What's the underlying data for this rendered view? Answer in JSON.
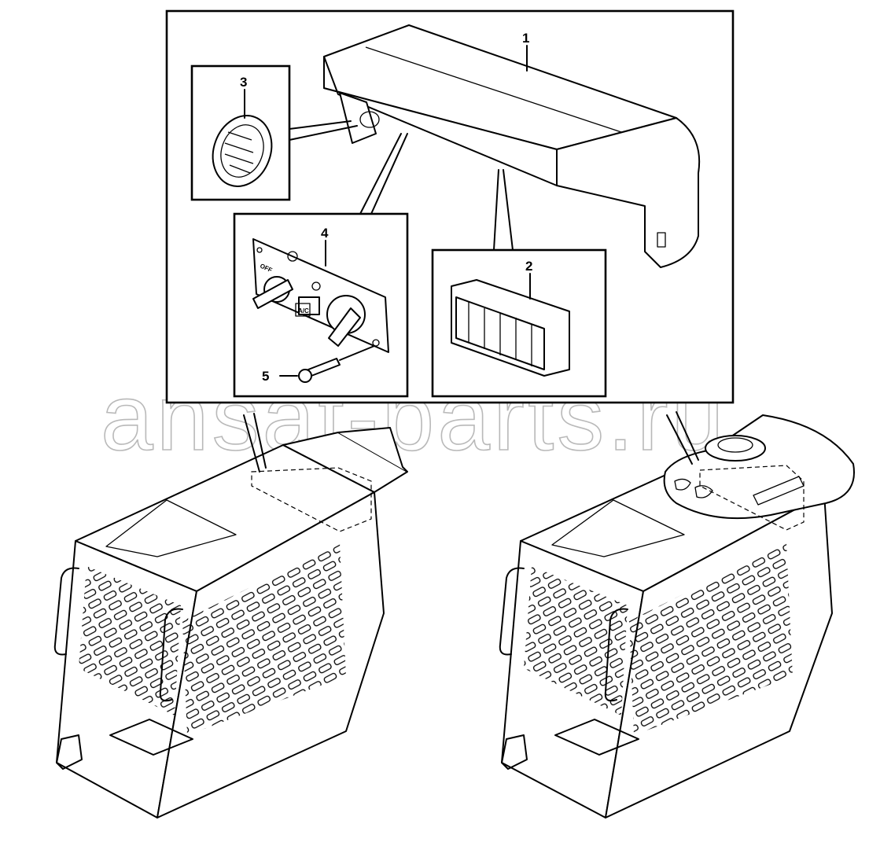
{
  "diagram": {
    "callouts": [
      {
        "id": "1",
        "label": "1"
      },
      {
        "id": "2",
        "label": "2"
      },
      {
        "id": "3",
        "label": "3"
      },
      {
        "id": "4",
        "label": "4"
      },
      {
        "id": "5",
        "label": "5"
      }
    ],
    "panel_labels": {
      "off": "OFF",
      "ac": "A/C"
    },
    "watermark": "ansat-parts.ru"
  }
}
